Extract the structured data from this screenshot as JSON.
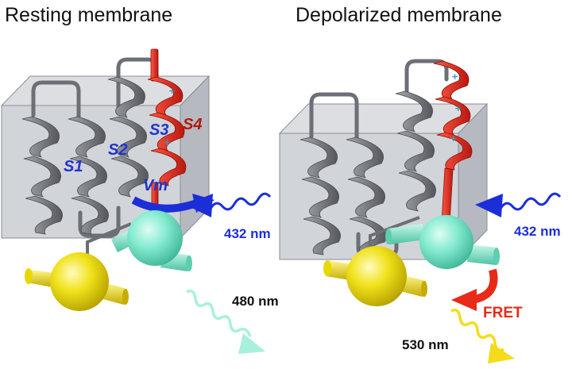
{
  "panels": {
    "left": {
      "title": "Resting  membrane",
      "segments": [
        "S1",
        "S2",
        "S3",
        "S4"
      ],
      "vm_label": "Vm",
      "excitation": "432 nm",
      "emission": "480 nm"
    },
    "right": {
      "title": "Depolarized  membrane",
      "excitation": "432 nm",
      "emission": "530 nm",
      "fret_label": "FRET"
    }
  },
  "charge_symbol": "+",
  "colors": {
    "membrane": "#c9ccd2",
    "helix": "#77797f",
    "s4_helix": "#e0261c",
    "segment_label": "#2233cc",
    "s4_label": "#b01a10",
    "blue_arrow": "#1c2ed8",
    "cfp_sphere": "#80ecd0",
    "yfp_sphere": "#f0e21a",
    "fret_arrow": "#e82a18",
    "emission_cyan": "#a8f0dc",
    "emission_yellow": "#f4dc1c"
  }
}
